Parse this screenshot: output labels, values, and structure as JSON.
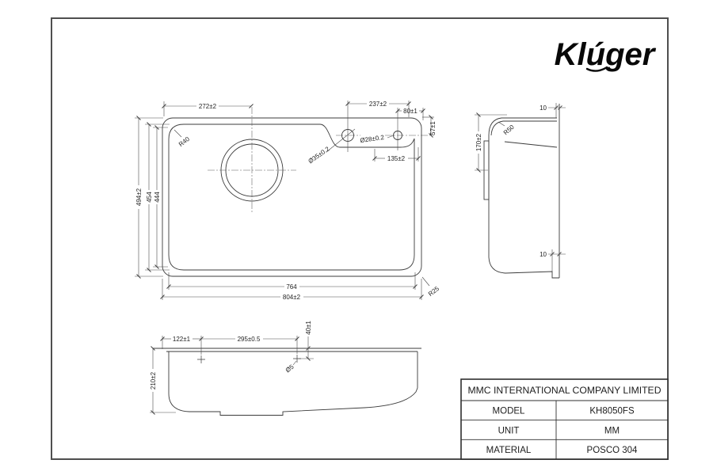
{
  "brand": {
    "logo_text": "Klúger"
  },
  "title_block": {
    "company": "MMC INTERNATIONAL COMPANY LIMITED",
    "rows": [
      {
        "label": "MODEL",
        "value": "KH8050FS"
      },
      {
        "label": "UNIT",
        "value": "MM"
      },
      {
        "label": "MATERIAL",
        "value": "POSCO 304"
      }
    ]
  },
  "top_view": {
    "width_to_drain": "272±2",
    "width_right": "237±2",
    "hole_edge_offset": "80±1",
    "hole_top_offset": "57±1",
    "hole1_dia": "Ø35±0.2",
    "hole2_dia": "Ø28±0.2",
    "hole_spacing": "135±2",
    "inner_corner_radius": "R40",
    "height_outer": "494±2",
    "height_mid": "454",
    "height_inner": "444",
    "width_inner": "764",
    "width_outer": "804±2",
    "outer_corner_radius": "R25"
  },
  "side_view": {
    "lip_top": "10",
    "lip_bottom": "10",
    "bowl_depth": "170±2",
    "radius": "R50"
  },
  "front_view": {
    "hole_left_offset": "122±1",
    "hole_spacing": "295±0.5",
    "hole_top_offset": "40±1",
    "hole_dia": "Ø5",
    "height": "210±2"
  },
  "colors": {
    "line": "#3b3b3b",
    "dim_line": "#4a4a4a",
    "text": "#1f1f1f",
    "frame": "#4f4f4f",
    "logo": "#080808"
  }
}
